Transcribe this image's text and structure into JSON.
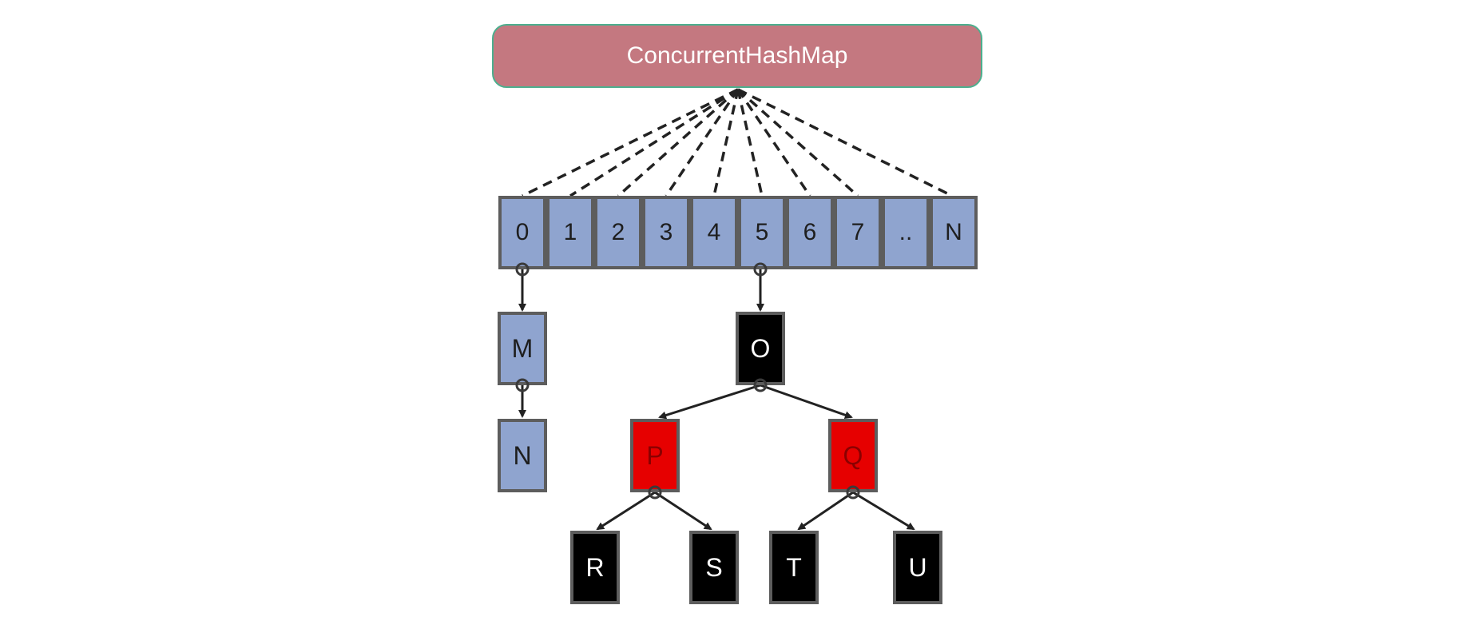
{
  "title": "ConcurrentHashMap",
  "buckets": [
    "0",
    "1",
    "2",
    "3",
    "4",
    "5",
    "6",
    "7",
    "..",
    "N"
  ],
  "list_nodes": [
    "M",
    "N"
  ],
  "tree": {
    "root": "O",
    "left": "P",
    "right": "Q",
    "left_children": [
      "R",
      "S"
    ],
    "right_children": [
      "T",
      "U"
    ]
  },
  "colors": {
    "title_fill": "#c47880",
    "title_border": "#4caf8e",
    "bucket_fill": "#8fa4cf",
    "black_node": "#000000",
    "red_node": "#e60000",
    "node_border": "#5d5d5d"
  }
}
